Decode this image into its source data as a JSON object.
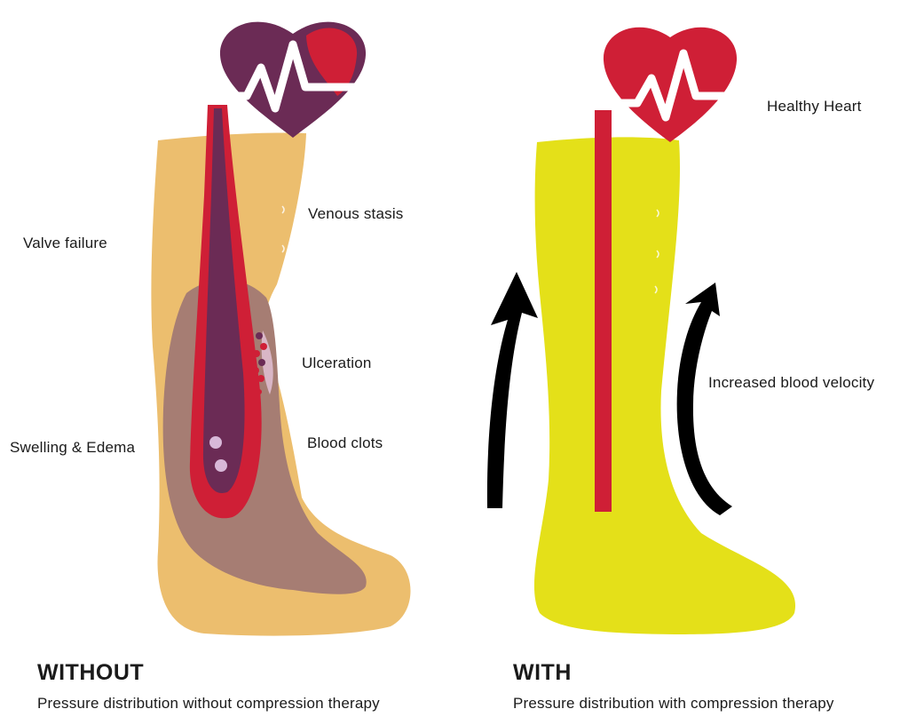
{
  "colors": {
    "skin": "#ecbe6e",
    "swelling": "#a67d73",
    "blood_red": "#cf1f36",
    "vein_purple": "#6b2b55",
    "stocking": "#e4e019",
    "arrow": "#000000"
  },
  "left": {
    "heading": "WITHOUT",
    "caption": "Pressure distribution without compression therapy",
    "labels": {
      "venous_stasis": "Venous stasis",
      "valve_failure": "Valve failure",
      "ulceration": "Ulceration",
      "swelling": "Swelling & Edema",
      "blood_clots": "Blood clots"
    }
  },
  "right": {
    "heading": "WITH",
    "caption": "Pressure distribution with compression therapy",
    "labels": {
      "healthy_heart": "Healthy Heart",
      "increased_velocity": "Increased blood velocity"
    }
  }
}
